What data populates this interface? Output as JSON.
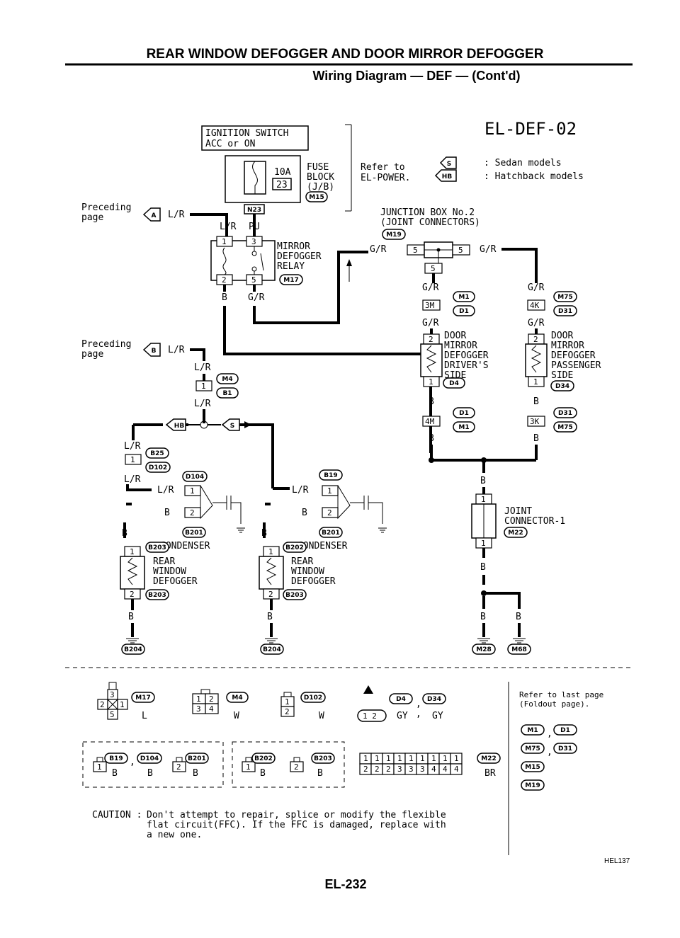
{
  "header": {
    "title": "REAR WINDOW DEFOGGER AND DOOR MIRROR DEFOGGER",
    "subtitle": "Wiring Diagram — DEF — (Cont'd)",
    "diagram_code": "EL-DEF-02"
  },
  "ignition_switch": {
    "line1": "IGNITION SWITCH",
    "line2": "ACC or ON"
  },
  "fuse": {
    "amps": "10A",
    "number": "23",
    "label1": "FUSE",
    "label2": "BLOCK",
    "label3": "(J/B)",
    "conn": "M15",
    "conn2": "N23"
  },
  "refer_power": {
    "line1": "Refer to",
    "line2": "EL-POWER."
  },
  "legend": [
    {
      "code": "S",
      "text": ": Sedan models"
    },
    {
      "code": "HB",
      "text": ": Hatchback models"
    }
  ],
  "junction_box": {
    "line1": "JUNCTION BOX No.2",
    "line2": "(JOINT CONNECTORS)",
    "conn": "M19",
    "pin_in": "5",
    "pin_out": "5",
    "pin_down": "5"
  },
  "preceding_a": {
    "text1": "Preceding",
    "text2": "page",
    "code": "A"
  },
  "preceding_b": {
    "text1": "Preceding",
    "text2": "page",
    "code": "B"
  },
  "relay": {
    "line1": "MIRROR",
    "line2": "DEFOGGER",
    "line3": "RELAY",
    "conn": "M17",
    "pins": [
      "1",
      "3",
      "2",
      "5"
    ]
  },
  "wires": {
    "lr": "L/R",
    "pu": "PU",
    "b": "B",
    "gr": "G/R"
  },
  "connectors": {
    "m4": "M4",
    "b1": "B1",
    "b25": "B25",
    "d102": "D102",
    "d104": "D104",
    "b19": "B19",
    "b201": "B201",
    "b202": "B202",
    "b203": "B203",
    "b204": "B204",
    "m1": "M1",
    "d1": "D1",
    "m75": "M75",
    "d31": "D31",
    "d4": "D4",
    "d34": "D34",
    "m22": "M22",
    "m28": "M28",
    "m68": "M68",
    "m15": "M15",
    "m19": "M19",
    "m17": "M17",
    "hb": "HB",
    "s": "S"
  },
  "pins": {
    "p1": "1",
    "p2": "2",
    "p3M": "3M",
    "p4K": "4K",
    "p4M": "4M",
    "p3K": "3K"
  },
  "condenser": "CONDENSER",
  "rear_defogger": {
    "line1": "REAR",
    "line2": "WINDOW",
    "line3": "DEFOGGER"
  },
  "door_driver": {
    "line1": "DOOR",
    "line2": "MIRROR",
    "line3": "DEFOGGER",
    "line4": "DRIVER'S",
    "line5": "SIDE"
  },
  "door_passenger": {
    "line1": "DOOR",
    "line2": "MIRROR",
    "line3": "DEFOGGER",
    "line4": "PASSENGER",
    "line5": "SIDE"
  },
  "joint_connector": {
    "line1": "JOINT",
    "line2": "CONNECTOR-1"
  },
  "bottom_connectors": {
    "m17_color": "L",
    "m4_color": "W",
    "d102_color": "W",
    "d4_color": "GY",
    "d34_color": "GY",
    "b19_color": "B",
    "d104_color": "B",
    "b201_color": "B",
    "b202_color": "B",
    "b203_color": "B",
    "m22_color": "BR",
    "m22_top": [
      "1",
      "1",
      "1",
      "1",
      "1",
      "1",
      "1",
      "1",
      "1"
    ],
    "m22_bottom": [
      "2",
      "2",
      "2",
      "3",
      "3",
      "3",
      "4",
      "4",
      "4"
    ]
  },
  "refer_last": {
    "line1": "Refer to last page",
    "line2": "(Foldout page).",
    "items": [
      "M1",
      "D1",
      "M75",
      "D31",
      "M15",
      "M19"
    ]
  },
  "caution": {
    "label": "CAUTION :",
    "line1": "Don't attempt to repair, splice or modify the flexible",
    "line2": "flat circuit(FFC). If the FFC is damaged, replace with",
    "line3": "a new one."
  },
  "figure_code": "HEL137",
  "page_number": "EL-232"
}
